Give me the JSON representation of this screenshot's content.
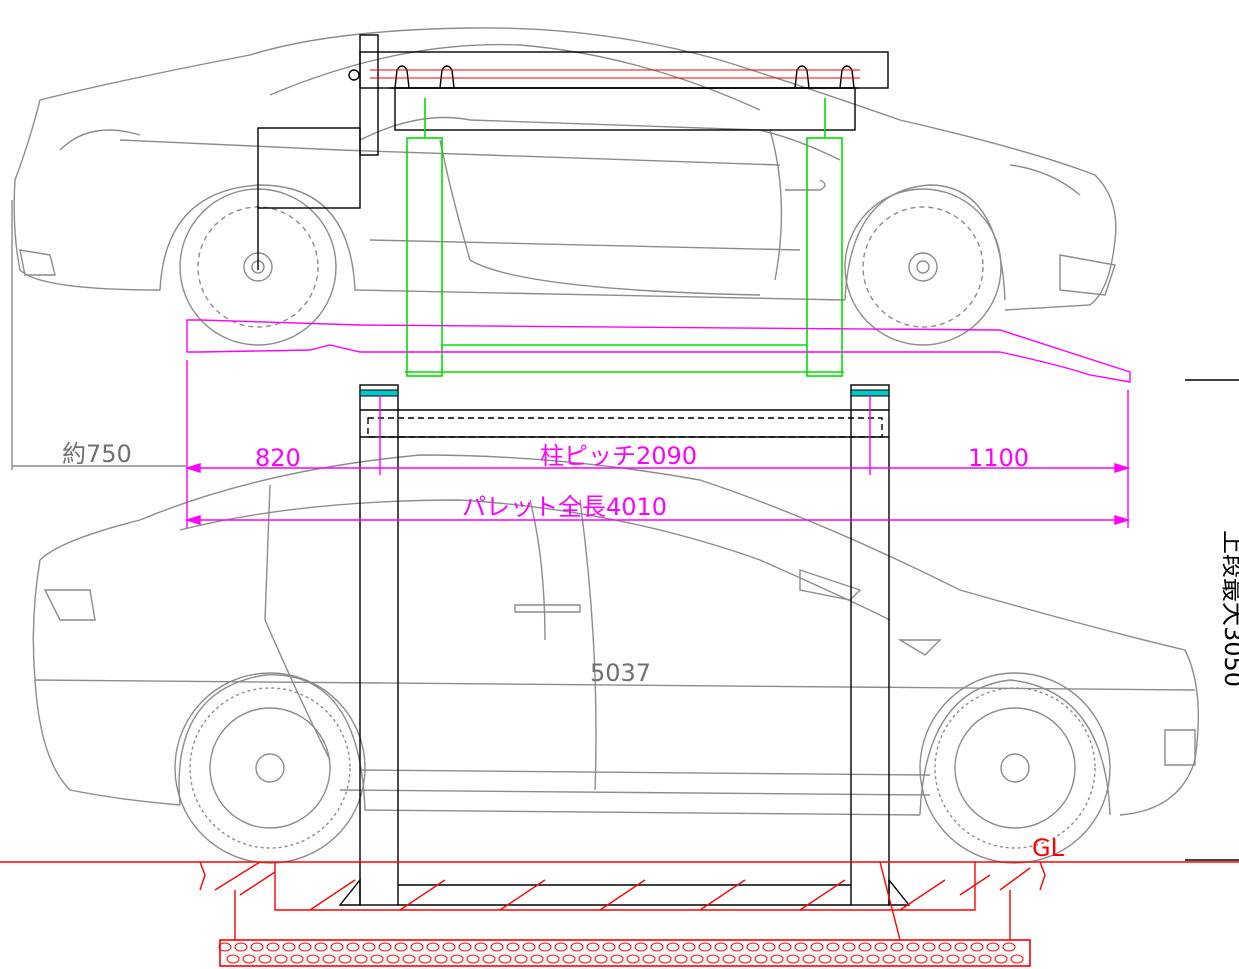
{
  "dimensions": {
    "overhang_rear": "約750",
    "front_extension": "820",
    "column_pitch": "柱ピッチ2090",
    "rear_extension": "1100",
    "pallet_length": "パレット全長4010",
    "car_length": "5037",
    "ground_level": "GL",
    "height_label": "上段最大3050"
  },
  "colors": {
    "car_outline": "#8c8c8c",
    "dimension": "#ff00ff",
    "frame": "#000000",
    "foundation": "#ff0000",
    "lift_guide": "#00e000",
    "latch": "#00a0c0"
  }
}
